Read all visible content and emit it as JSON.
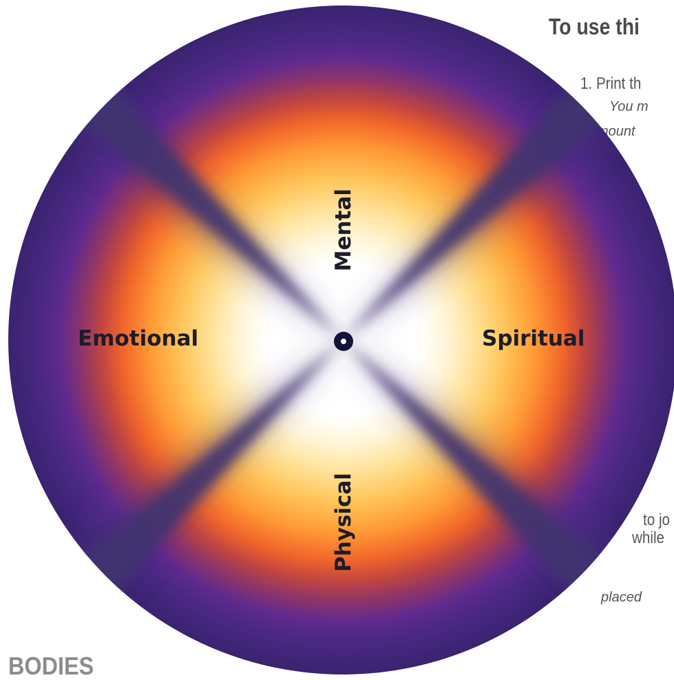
{
  "instructions": {
    "title": "To use thi",
    "step_1": "1. Print th",
    "note_line_1": "You m",
    "note_line_2": "mount",
    "fragment_1": "to jo",
    "fragment_2": "while",
    "fragment_3": "placed"
  },
  "caption": "BODIES",
  "wheel": {
    "labels": {
      "top": "Mental",
      "left": "Emotional",
      "right": "Spiritual",
      "bottom": "Physical"
    },
    "colors": {
      "center": "#ffffff",
      "yellow": "#ffc55a",
      "orange": "#f2662a",
      "purple": "#4a2883",
      "rim": "#3a2370",
      "spoke": "#3f3470",
      "label_text": "#1c1c2a"
    }
  }
}
